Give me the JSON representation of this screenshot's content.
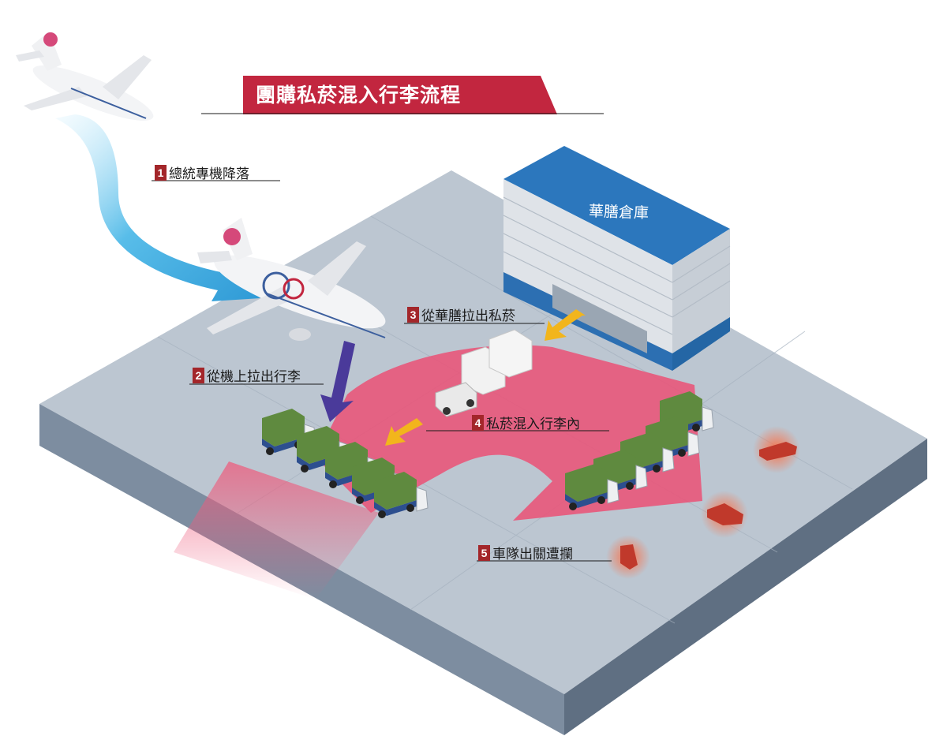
{
  "title": "團購私菸混入行李流程",
  "warehouse": "華膳倉庫",
  "steps": [
    {
      "num": "1",
      "text": "總統專機降落"
    },
    {
      "num": "2",
      "text": "從機上拉出行李"
    },
    {
      "num": "3",
      "text": "從華膳拉出私菸"
    },
    {
      "num": "4",
      "text": "私菸混入行李內"
    },
    {
      "num": "5",
      "text": "車隊出關遭攔"
    }
  ],
  "colors": {
    "accent": "#c2263f",
    "step_badge": "#a3262a",
    "ground_top": "#b9c4cf",
    "ground_side": "#6f8092",
    "flow_pink": "#e8577a",
    "descent_arrow": "#3fa9e0",
    "luggage_arrow": "#4a3a9a",
    "yellow_arrow": "#f2b51c",
    "warehouse_roof": "#2c77bd",
    "truck_cargo": "#5f8a3f"
  }
}
